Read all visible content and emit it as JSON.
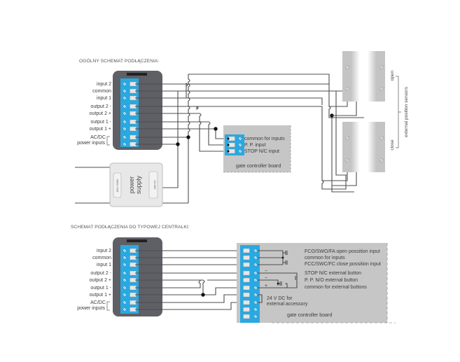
{
  "diagram1": {
    "title": "OGÓLNY SCHEMAT PODŁĄCZENIA:",
    "module_labels": [
      "input 2",
      "common",
      "input 1",
      "output 2 -",
      "output 2 +",
      "output 1 -",
      "output 1 +",
      "AC/DC",
      "power inputs"
    ],
    "gate_board": {
      "terminals": [
        "common for inputs",
        "P. P. input",
        "STOP N/C input"
      ],
      "label": "gate controller board"
    },
    "power_supply": {
      "word1": "power",
      "word2": "supply",
      "input_label": "110 / 230V",
      "output_label": "12-24V"
    },
    "sensors": {
      "open_label": "open",
      "close_label": "close",
      "group_label": "external position sensors"
    }
  },
  "diagram2": {
    "title": "SCHEMAT PODŁĄCZENIA DO TYPOWEJ CENTRALKI:",
    "module_labels": [
      "input 2",
      "common",
      "input 1",
      "output 2 -",
      "output 2 +",
      "output 1 -",
      "output 1 +",
      "AC/DC",
      "power inputs"
    ],
    "board_notes": [
      "FCO/SWO/FA open possition input",
      "common for inputs",
      "FCC/SWC/FC close possition input",
      "STOP N/C external button",
      "P. P. N/O external button",
      "common for external buttons"
    ],
    "polarity": [
      "−",
      "−",
      "+"
    ],
    "accessory_note": [
      "24 V DC for",
      "external accessory"
    ],
    "board_label": "gate controller board"
  },
  "colors": {
    "module_body": "#5f6066",
    "terminal_blue": "#29a9e1",
    "board_grey": "#c6c6c6",
    "wire": "#4d4d4d",
    "supply_accent": "#29a9e1"
  }
}
